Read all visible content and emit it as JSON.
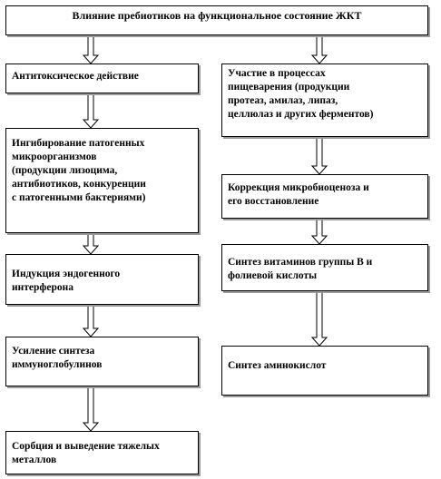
{
  "title": "Влияние пребиотиков на функциональное состояние ЖКТ",
  "left_column": [
    {
      "lines": [
        "Антитоксическое действие"
      ]
    },
    {
      "lines": [
        "Ингибирование патогенных",
        "микроорганизмов",
        "(продукции лизоцима,",
        "антибиотиков, конкуренции",
        "с патогенными бактериями)"
      ]
    },
    {
      "lines": [
        "Индукция эндогенного",
        "интерферона"
      ]
    },
    {
      "lines": [
        "Усиление синтеза",
        "иммуноглобулинов"
      ]
    },
    {
      "lines": [
        "Сорбция и выведение тяжелых",
        "металлов"
      ]
    }
  ],
  "right_column": [
    {
      "lines": [
        "Участие в процессах",
        "пищеварения (продукции",
        "протеаз, амилаз, липаз,",
        "целлюлаз и других ферментов)"
      ]
    },
    {
      "lines": [
        "Коррекция микробиоценоза и",
        "его восстановление"
      ]
    },
    {
      "lines": [
        "Синтез витаминов группы В и",
        "фолиевой кислоты"
      ]
    },
    {
      "lines": [
        "Синтез аминокислот"
      ]
    }
  ]
}
